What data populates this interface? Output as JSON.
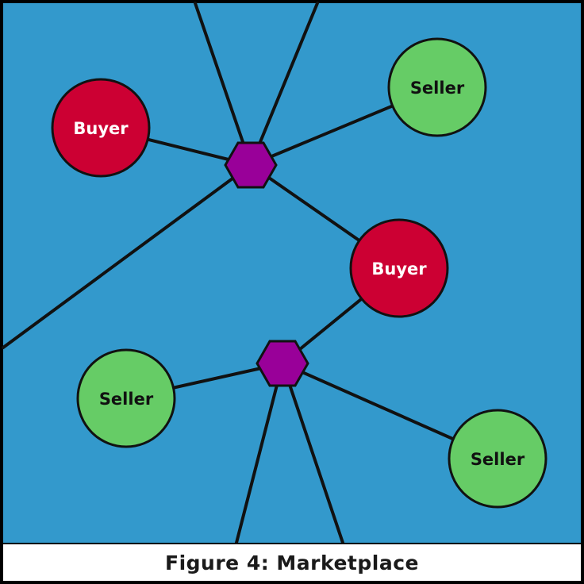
{
  "caption": "Figure 4: Marketplace",
  "colors": {
    "background": "#3399cc",
    "buyer": "#cc0033",
    "seller": "#66cc66",
    "hub": "#990099",
    "edge": "#111111",
    "buyer_text": "#ffffff",
    "seller_text": "#111111"
  },
  "nodes": [
    {
      "id": "buyer-1",
      "type": "buyer",
      "label": "Buyer"
    },
    {
      "id": "seller-1",
      "type": "seller",
      "label": "Seller"
    },
    {
      "id": "buyer-2",
      "type": "buyer",
      "label": "Buyer"
    },
    {
      "id": "seller-2",
      "type": "seller",
      "label": "Seller"
    },
    {
      "id": "seller-3",
      "type": "seller",
      "label": "Seller"
    }
  ],
  "hubs": [
    {
      "id": "hub-1"
    },
    {
      "id": "hub-2"
    }
  ],
  "edges": [
    {
      "from": "hub-1",
      "to": "buyer-1"
    },
    {
      "from": "hub-1",
      "to": "seller-1"
    },
    {
      "from": "hub-1",
      "to": "buyer-2"
    },
    {
      "from": "hub-2",
      "to": "buyer-2"
    },
    {
      "from": "hub-2",
      "to": "seller-2"
    },
    {
      "from": "hub-2",
      "to": "seller-3"
    }
  ]
}
